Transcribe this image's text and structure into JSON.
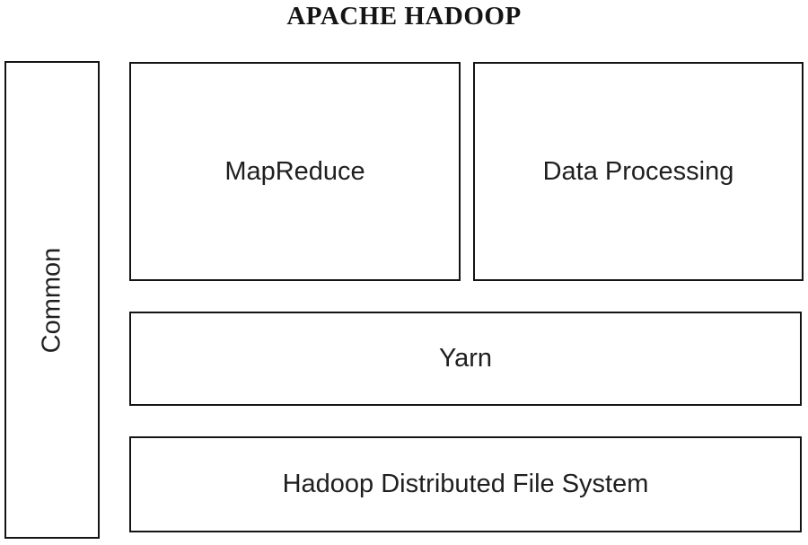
{
  "title": "APACHE HADOOP",
  "diagram": {
    "background": "#ffffff",
    "border_color": "#141414",
    "text_color": "#1f1f1f",
    "sidebar_box": {
      "label": "Common",
      "orientation": "vertical"
    },
    "boxes": [
      {
        "id": "mapreduce",
        "label": "MapReduce"
      },
      {
        "id": "data-processing",
        "label": "Data Processing"
      },
      {
        "id": "yarn",
        "label": "Yarn"
      },
      {
        "id": "hdfs",
        "label": "Hadoop Distributed File System"
      }
    ]
  }
}
